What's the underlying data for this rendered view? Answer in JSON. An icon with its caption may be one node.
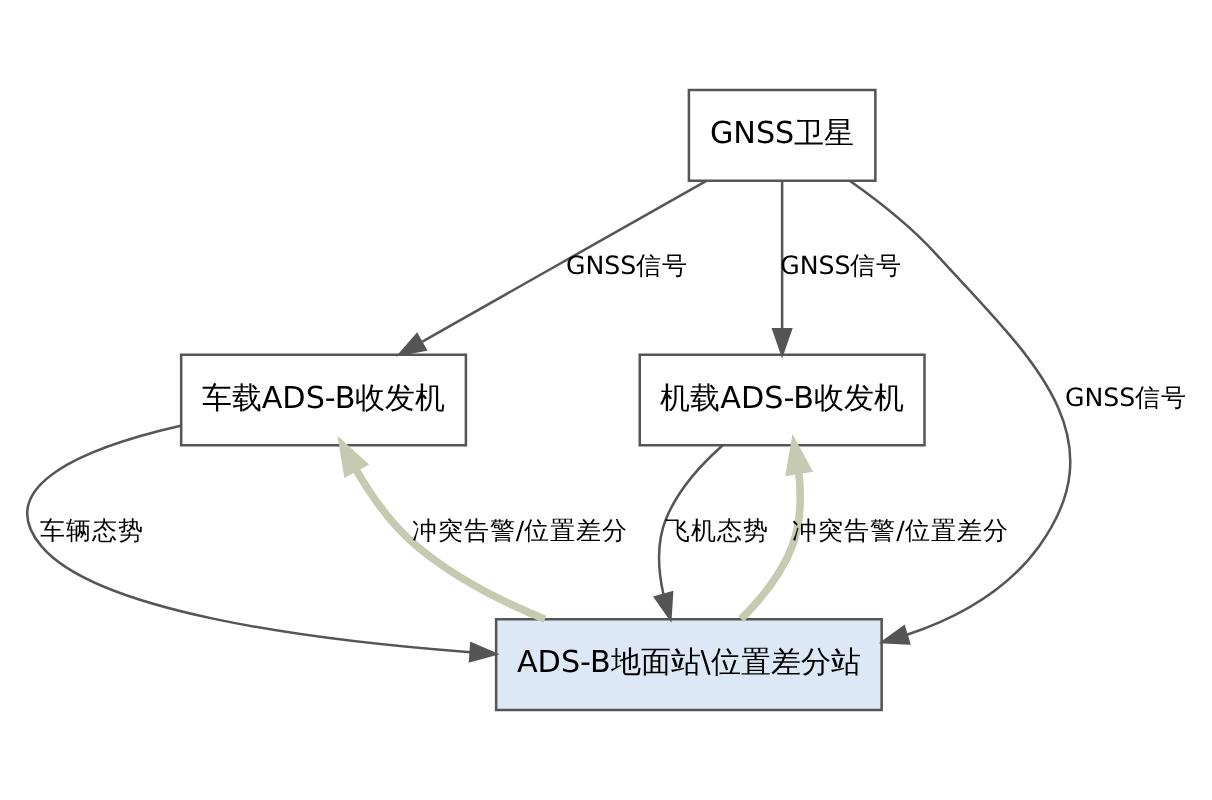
{
  "diagram": {
    "nodes": [
      {
        "text": [
          "GNSS卫星"
        ]
      },
      {
        "text": [
          "车载ADS-B收发机"
        ]
      },
      {
        "text": [
          "机载ADS-B收发机"
        ]
      },
      {
        "text": [
          "ADS-B地面站\\位置差分站"
        ]
      }
    ],
    "edges": [
      {
        "from": 0,
        "to": 1,
        "arrow": "to",
        "label": "GNSS信号"
      },
      {
        "from": 0,
        "to": 3,
        "arrow": "to",
        "label": "GNSS信号"
      },
      {
        "from": 0,
        "to": 2,
        "arrow": "to",
        "label": "GNSS信号"
      },
      {
        "from": 1,
        "to": 3,
        "arrow": "to",
        "label": "车辆态势"
      },
      {
        "from": 2,
        "to": 3,
        "arrow": "to",
        "label": "飞机态势"
      },
      {
        "from": 3,
        "to": 1,
        "arrow": "to",
        "label": "冲突告警/位置差分",
        "style": "thick",
        "color": "#c5cab0"
      },
      {
        "from": 3,
        "to": 2,
        "arrow": "to",
        "label": "冲突告警/位置差分",
        "style": "thick",
        "color": "#c5cab0"
      }
    ]
  }
}
